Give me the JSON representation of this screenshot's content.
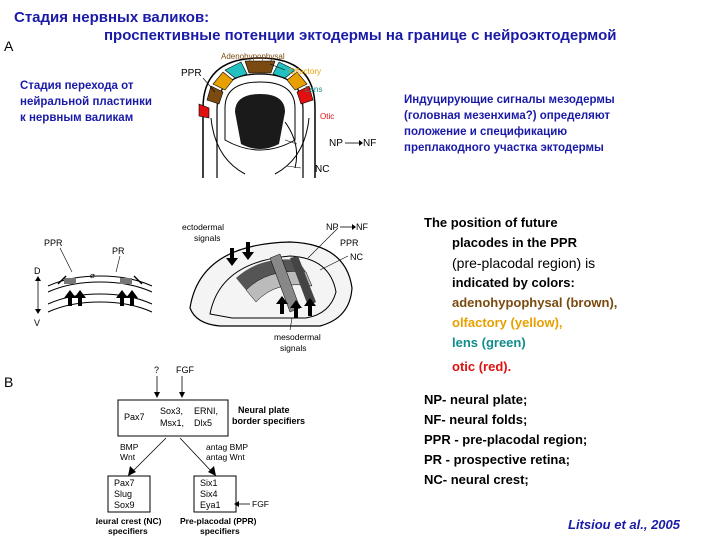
{
  "title": {
    "line1": "Стадия нервных  валиков:",
    "line2": "проспективные потенции эктодермы на границе с нейроэктодермой"
  },
  "panels": {
    "a": "A",
    "b": "B"
  },
  "left_note": [
    "Стадия перехода от",
    "нейральной пластинки",
    "к нервным валикам"
  ],
  "right_note": [
    "Индуцирующие сигналы мезодермы",
    "(головная мезенхима?) определяют",
    "положение и спецификацию",
    "преплакодного участка эктодермы"
  ],
  "diagram_top": {
    "labels": {
      "adeno": "Adenohypophysal",
      "olfactory": "Olfactory",
      "lens": "Lens",
      "otic": "Otic",
      "ppr": "PPR",
      "np": "NP",
      "nf": "NF",
      "nc": "NC"
    }
  },
  "diagram_mid": {
    "labels": {
      "ppr": "PPR",
      "pr": "PR",
      "d": "D",
      "v": "V",
      "ecto1": "ectodermal",
      "ecto2": "signals",
      "np": "NP",
      "nf": "NF",
      "ppr2": "PPR",
      "nc": "NC",
      "meso1": "mesodermal",
      "meso2": "signals"
    }
  },
  "flow": {
    "q": "?",
    "fgf_top": "FGF",
    "box_top_col1": "Pax7",
    "box_top_col2a": "Sox3,",
    "box_top_col2b": "Msx1,",
    "box_top_col3a": "ERNI,",
    "box_top_col3b": "Dlx5",
    "border1": "Neural plate",
    "border2": "border specifiers",
    "left_sig1": "BMP",
    "left_sig2": "Wnt",
    "right_sig1": "antag BMP",
    "right_sig2": "antag Wnt",
    "nc_genes": [
      "Pax7",
      "Slug",
      "Sox9"
    ],
    "ppr_genes": [
      "Six1",
      "Six4",
      "Eya1"
    ],
    "fgf_bottom": "FGF",
    "nc_spec1": "Neural crest (NC)",
    "nc_spec2": "specifiers",
    "ppr_spec1": "Pre-placodal (PPR)",
    "ppr_spec2": "specifiers"
  },
  "legend": {
    "line1": "The position of future",
    "line2": "placodes in the PPR",
    "line3": "(pre-placodal region) is",
    "line4": "indicated by colors:",
    "adeno": "adenohypophysal (brown),",
    "olf": "olfactory (yellow),",
    "lens": "lens (green)",
    "otic": "otic (red)."
  },
  "abbreviations": [
    "NP- neural plate;",
    "NF- neural folds;",
    "PPR - pre-placodal region;",
    "PR - prospective retina;",
    "NC- neural crest;"
  ],
  "citation": "Litsiou et al., 2005",
  "colors": {
    "title": "#1a1aa8",
    "adeno": "#7a4a10",
    "olfactory": "#e8a000",
    "lens": "#138c8c",
    "otic": "#e01010"
  }
}
